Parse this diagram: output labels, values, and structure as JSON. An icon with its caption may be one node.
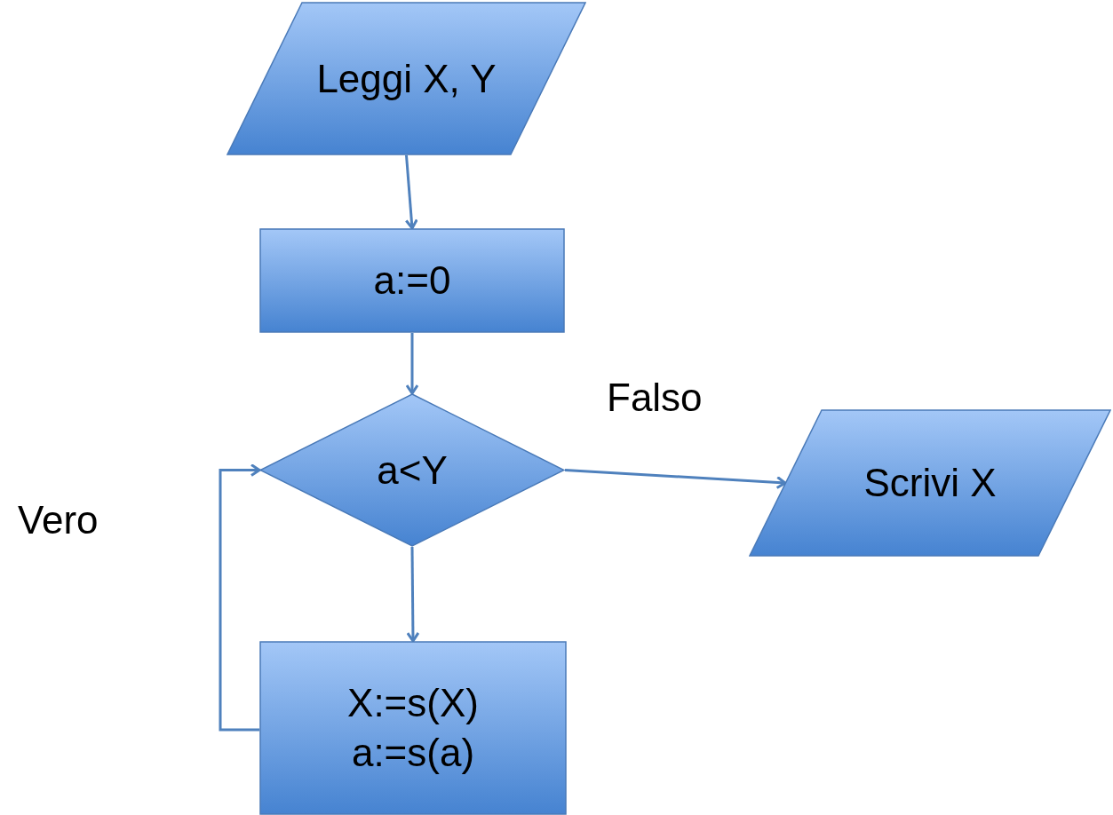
{
  "diagram": {
    "nodes": [
      {
        "text": [
          "Leggi X, Y"
        ]
      },
      {
        "text": [
          "a:=0"
        ]
      },
      {
        "text": [
          "a<Y"
        ]
      },
      {
        "text": [
          "Scrivi X"
        ]
      },
      {
        "text": [
          "X:=s(X) a:=s(a)"
        ]
      }
    ],
    "edges": [
      {
        "from": 0,
        "to": 1,
        "arrow": "to"
      },
      {
        "from": 1,
        "to": 2,
        "arrow": "to"
      },
      {
        "from": 2,
        "to": 3,
        "arrow": "to"
      },
      {
        "from": 2,
        "to": 4,
        "arrow": "to"
      },
      {
        "from": 4,
        "to": 2,
        "arrow": "to"
      }
    ],
    "labels": [
      "Falso",
      "Vero"
    ]
  }
}
